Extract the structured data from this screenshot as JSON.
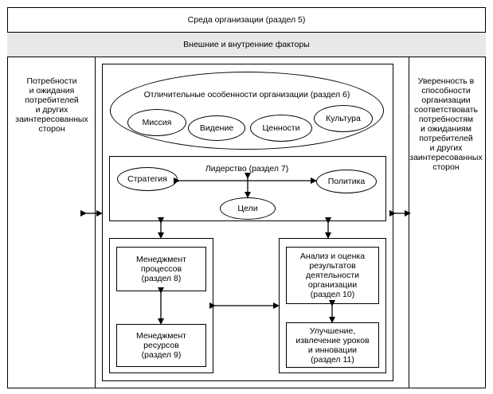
{
  "header": {
    "env_title": "Среда организации (раздел 5)",
    "factors_title": "Внешние и внутренние факторы"
  },
  "left_panel": {
    "text": "Потребности\nи ожидания\nпотребителей\nи других\nзаинтересованных\nсторон"
  },
  "right_panel": {
    "text": "Уверенность в\nспособности\nорганизации\nсоответствовать\nпотребностям\nи ожиданиям\nпотребителей\nи других\nзаинтересованных\nсторон"
  },
  "identity": {
    "title": "Отличительные особенности организации (раздел 6)",
    "items": [
      "Миссия",
      "Видение",
      "Ценности",
      "Культура"
    ]
  },
  "leadership": {
    "title": "Лидерство (раздел 7)",
    "strategy": "Стратегия",
    "policy": "Политика",
    "goals": "Цели"
  },
  "process_mgmt": "Менеджмент\nпроцессов\n(раздел 8)",
  "resource_mgmt": "Менеджмент\nресурсов\n(раздел 9)",
  "analysis": "Анализ и оценка\nрезультатов\nдеятельности\nорганизации\n(раздел 10)",
  "improvement": "Улучшение,\nизвлечение уроков\nи инновации\n(раздел 11)"
}
